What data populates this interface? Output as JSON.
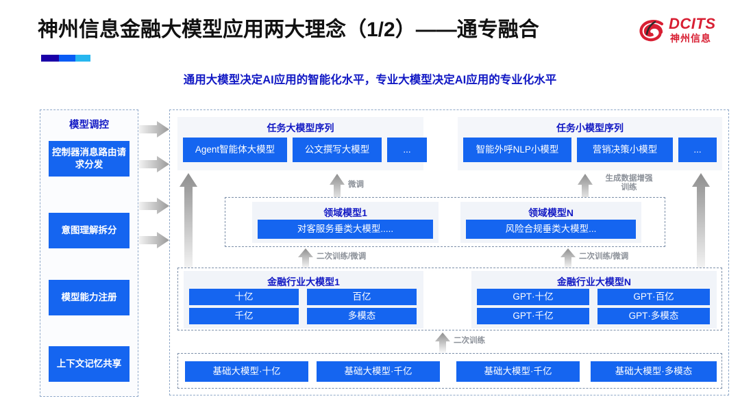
{
  "header": {
    "title": "神州信息金融大模型应用两大理念（1/2）——通专融合",
    "subtitle": "通用大模型决定AI应用的智能化水平，专业大模型决定AI应用的专业化水平",
    "logo": {
      "name": "DCITS",
      "cn_name": "神州信息",
      "icon": "dcits-swirl-icon"
    },
    "accent_colors": [
      "#1a00a8",
      "#0a5cf5",
      "#27b6ef"
    ]
  },
  "colors": {
    "brand_blue": "#1565f0",
    "title_blue": "#1219c4",
    "logo_red": "#d81f33",
    "arrow_gray": "#9aa0a6"
  },
  "control_panel": {
    "title": "模型调控",
    "items": [
      {
        "label": "控制器消息路由请求分发"
      },
      {
        "label": "意图理解拆分"
      },
      {
        "label": "模型能力注册"
      },
      {
        "label": "上下文记忆共享"
      }
    ]
  },
  "task_sequences": [
    {
      "title": "任务大模型序列",
      "models": [
        "Agent智能体大模型",
        "公文撰写大模型",
        "..."
      ]
    },
    {
      "title": "任务小模型序列",
      "models": [
        "智能外呼NLP小模型",
        "营销决策小模型",
        "..."
      ]
    }
  ],
  "domain_models": [
    {
      "title": "领域模型1",
      "model": "对客服务垂类大模型....."
    },
    {
      "title": "领域模型N",
      "model": "风险合规垂类大模型..."
    }
  ],
  "industry_models": [
    {
      "title": "金融行业大模型1",
      "cells": [
        "十亿",
        "百亿",
        "千亿",
        "多模态"
      ]
    },
    {
      "title": "金融行业大模型N",
      "cells": [
        "GPT·十亿",
        "GPT·百亿",
        "GPT·千亿",
        "GPT·多模态"
      ]
    }
  ],
  "base_models": [
    "基础大模型·十亿",
    "基础大模型·千亿",
    "基础大模型·千亿",
    "基础大模型·多模态"
  ],
  "flow_labels": {
    "fine_tune": "微调",
    "data_aug_line1": "生成数据增强",
    "data_aug_line2": "训练",
    "retrain_tune_left": "二次训练/微调",
    "retrain_tune_right": "二次训练/微调",
    "retrain": "二次训练"
  }
}
